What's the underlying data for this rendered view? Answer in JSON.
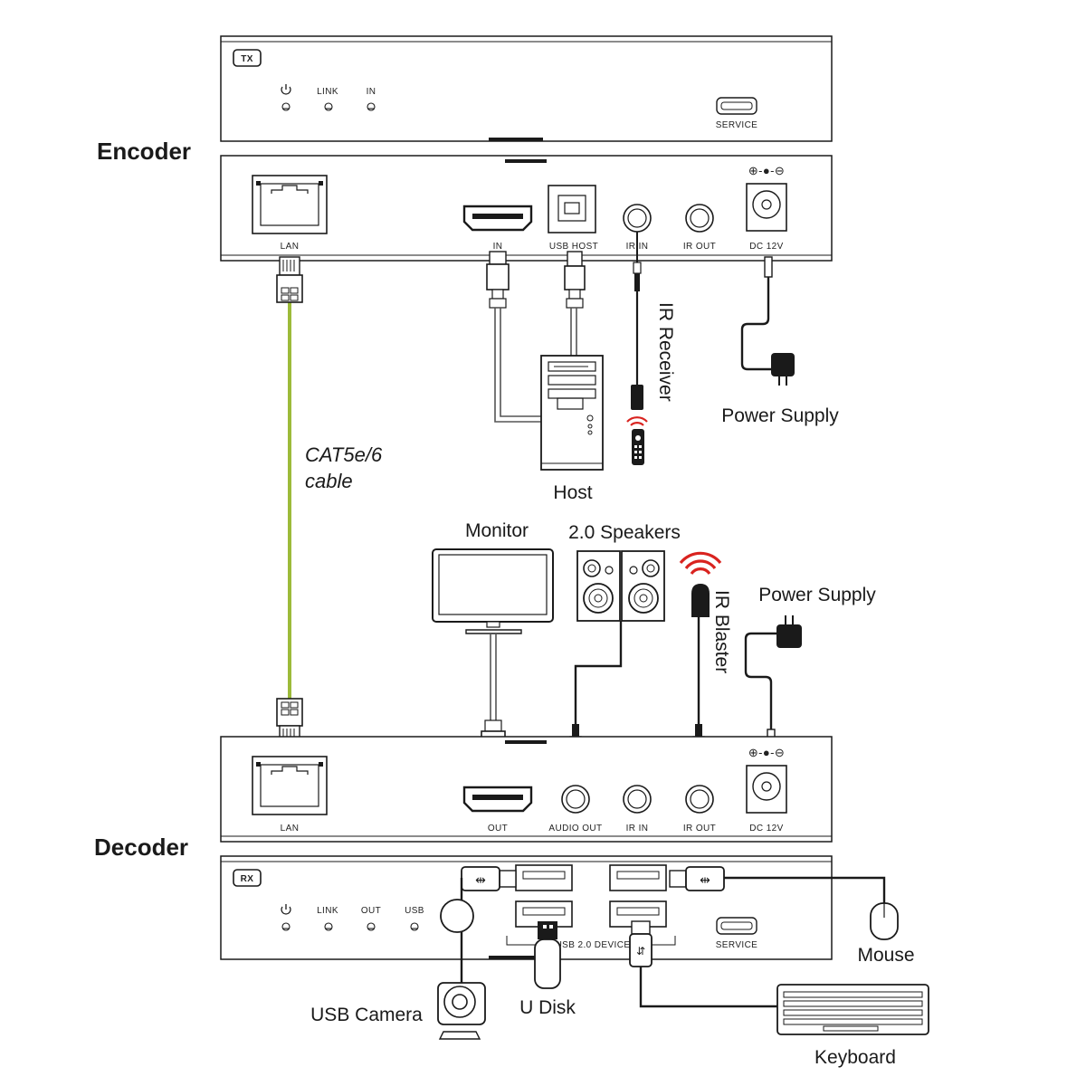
{
  "colors": {
    "cable": "#9dbb3a",
    "ir_signal": "#d9231f"
  },
  "encoder": {
    "title": "Encoder",
    "front": {
      "badge": "TX",
      "led_power_icon": "power-icon",
      "led_link": "LINK",
      "led_in": "IN",
      "service": "SERVICE"
    },
    "rear": {
      "lan": "LAN",
      "in": "IN",
      "usb_host": "USB HOST",
      "ir_in": "IR IN",
      "ir_out": "IR OUT",
      "dc": "DC 12V",
      "polarity": "⊕-●-⊖"
    }
  },
  "decoder": {
    "title": "Decoder",
    "rear": {
      "lan": "LAN",
      "out": "OUT",
      "audio_out": "AUDIO OUT",
      "ir_in": "IR IN",
      "ir_out": "IR OUT",
      "dc": "DC 12V",
      "polarity": "⊕-●-⊖"
    },
    "front": {
      "badge": "RX",
      "led_link": "LINK",
      "led_out": "OUT",
      "led_usb": "USB",
      "usb_devices": "USB 2.0 DEVICE",
      "service": "SERVICE"
    }
  },
  "devices": {
    "cable": {
      "line1": "CAT5e/6",
      "line2": "cable"
    },
    "host": "Host",
    "ir_receiver": "IR Receiver",
    "power_supply_top": "Power Supply",
    "monitor": "Monitor",
    "speakers": "2.0 Speakers",
    "ir_blaster": "IR Blaster",
    "power_supply_bottom": "Power Supply",
    "mouse": "Mouse",
    "keyboard": "Keyboard",
    "usb_camera": "USB Camera",
    "u_disk": "U Disk"
  }
}
